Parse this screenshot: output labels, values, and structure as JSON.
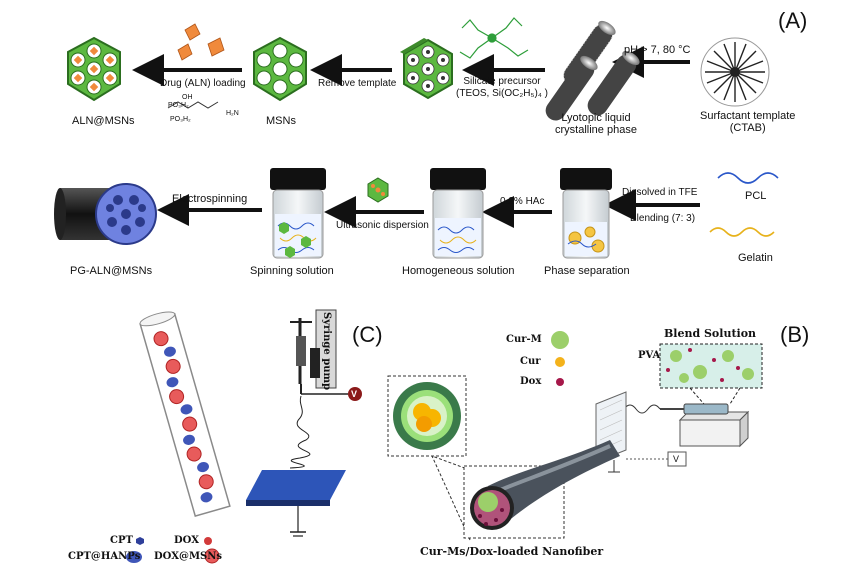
{
  "panels": {
    "a": "(A)",
    "b": "(B)",
    "c": "(C)"
  },
  "panel_a": {
    "row1": {
      "surfactant": [
        "Surfactant template",
        "(CTAB)"
      ],
      "ph_condition": "pH > 7, 80 °C",
      "lyotropic": [
        "Lyotopic liquid",
        "crystalline phase"
      ],
      "silicate": [
        "Silicate precursor",
        "(TEOS, Si(OC₂H₅)₄ )"
      ],
      "remove_template": "Remove template",
      "msns": "MSNs",
      "drug_loading": "Drug (ALN) loading",
      "aln_msns": "ALN@MSNs",
      "aln_formula": [
        "OH",
        "PO₃H₂",
        "PO₃H₂",
        "H₂N"
      ]
    },
    "row2": {
      "pcl": "PCL",
      "gelatin": "Gelatin",
      "dissolved": "Dissolved in TFE",
      "blending": "Blending (7: 3)",
      "phase_separation": "Phase separation",
      "hac": "0.2% HAc",
      "homogeneous": "Homogeneous solution",
      "ultrasonic": "Ultrasonic dispersion",
      "spinning_solution": "Spinning solution",
      "electrospinning": "Electrospinning",
      "pg_aln": "PG-ALN@MSNs"
    }
  },
  "panel_b": {
    "blend_solution": "Blend Solution",
    "pva": "PVA",
    "legend": [
      {
        "label": "Cur-M",
        "color": "#9ccf6a"
      },
      {
        "label": "Cur",
        "color": "#f4b21b"
      },
      {
        "label": "Dox",
        "color": "#a6184a"
      }
    ],
    "voltage": "V",
    "nanofiber": "Cur-Ms/Dox-loaded Nanofiber"
  },
  "panel_c": {
    "syringe_pump": "Syringe pump",
    "voltage": "V",
    "legend": [
      {
        "label": "DOX",
        "color": "#d23a3a"
      },
      {
        "label": "CPT",
        "color": "#2e3f9a"
      },
      {
        "label": "DOX@MSNs",
        "color": "#d23a3a"
      },
      {
        "label": "CPT@HANPs",
        "color": "#2e3f9a"
      }
    ]
  },
  "colors": {
    "msn_green": "#4caf32",
    "fiber_blue": "#6f82e0",
    "collector_blue": "#2d55b8",
    "arrow": "#111111"
  }
}
